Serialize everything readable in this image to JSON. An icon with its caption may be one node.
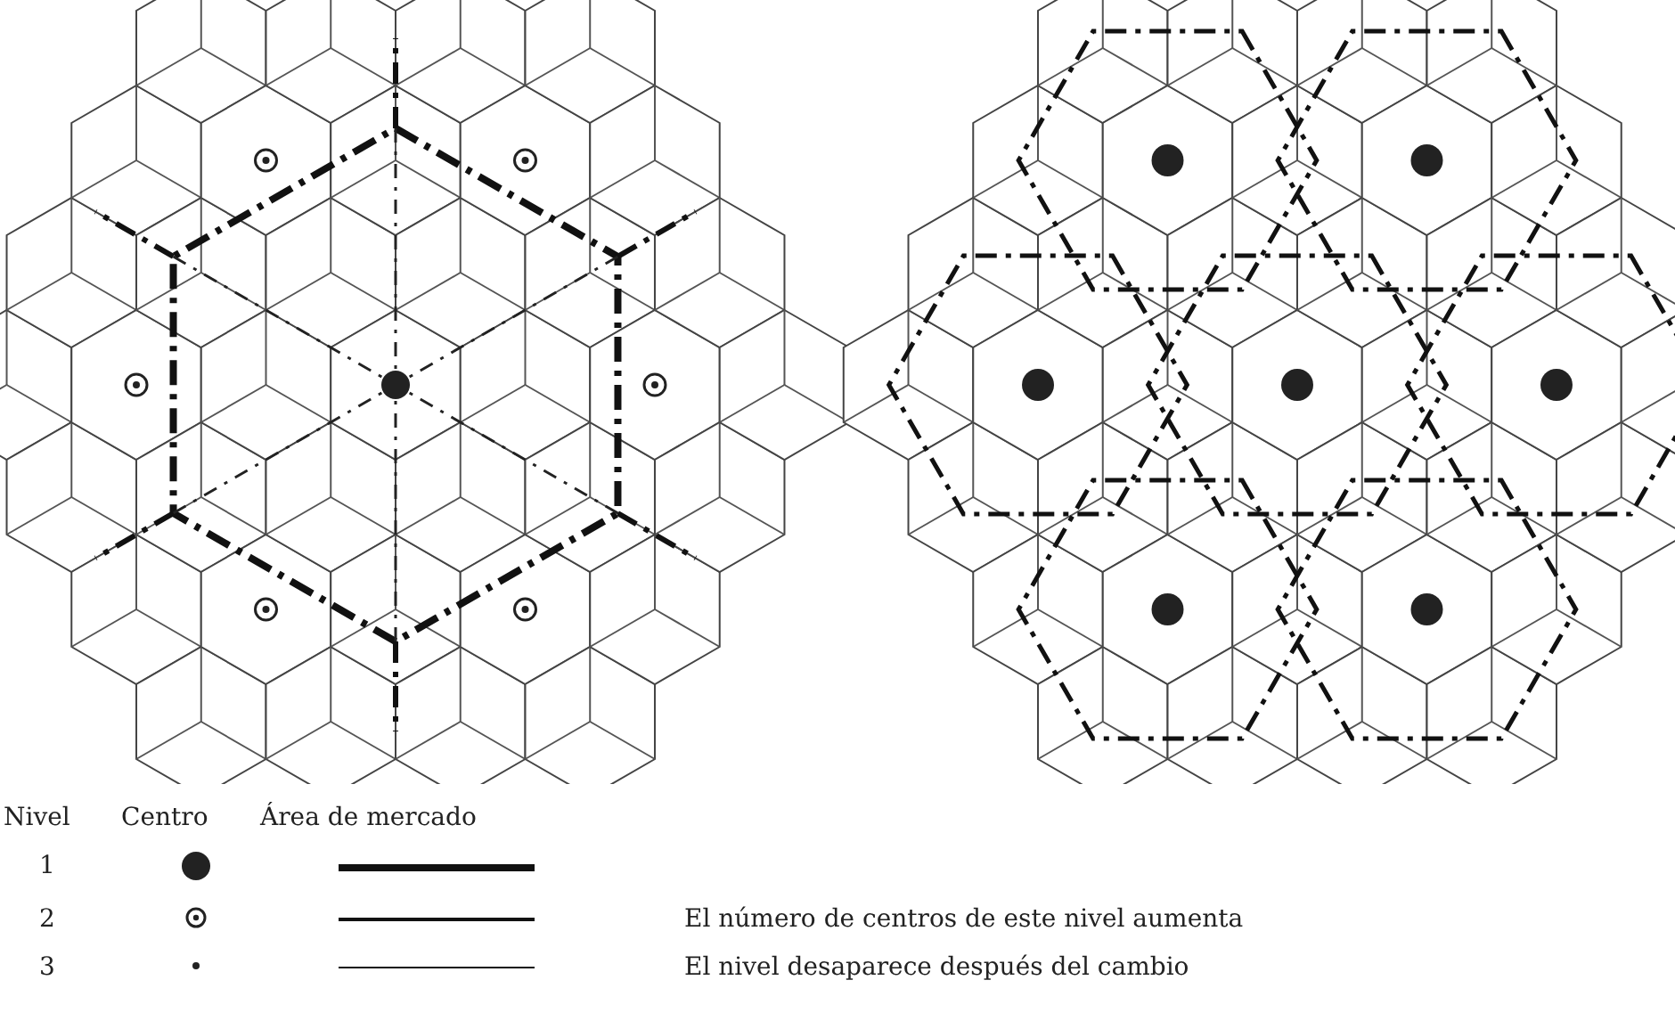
{
  "diagram": {
    "labels": [
      "Nivel",
      "Centro",
      "Área de mercado",
      "1",
      "2",
      "El número de centros de este nivel aumenta",
      "3",
      "El nivel desaparece después del cambio"
    ]
  }
}
